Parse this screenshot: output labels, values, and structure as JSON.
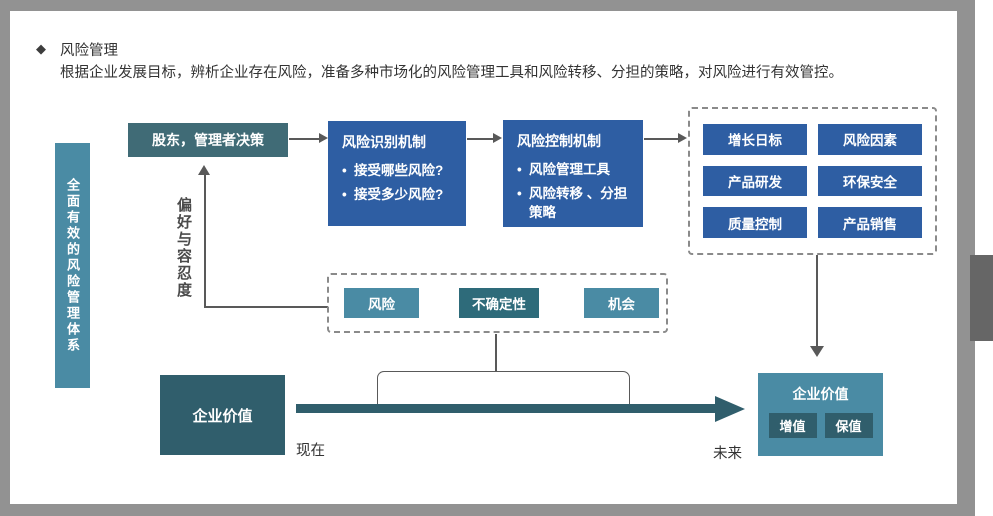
{
  "page": {
    "diamond_icon": "◆",
    "title": "风险管理",
    "description": "根据企业发展目标，辨析企业存在风险，准备多种市场化的风险管理工具和风险转移、分担的策略，对风险进行有效管控。"
  },
  "colors": {
    "blue": "#2E5EA3",
    "teal": "#4A8BA4",
    "dark_teal": "#305E6C",
    "slate_teal": "#406B76",
    "deep_teal": "#2E6B7A",
    "frame_gray": "#929292",
    "thumb_gray": "#666666",
    "connector_gray": "#595959"
  },
  "left_banner": {
    "label": "全面有效的风险管理体系"
  },
  "flow": {
    "decision_box": "股东，管理者决策",
    "identify_box": {
      "title": "风险识别机制",
      "bullets": [
        "接受哪些风险?",
        "接受多少风险?"
      ]
    },
    "control_box": {
      "title": "风险控制机制",
      "bullets": [
        "风险管理工具",
        "风险转移 、分担策略"
      ]
    }
  },
  "business_areas": {
    "items": [
      "增长日标",
      "风险因素",
      "产品研发",
      "环保安全",
      "质量控制",
      "产品销售"
    ]
  },
  "preference_axis": {
    "label": "偏好与容忍度"
  },
  "uncertainty_group": {
    "items": [
      {
        "label": "风险"
      },
      {
        "label": "不确定性"
      },
      {
        "label": "机会"
      }
    ]
  },
  "value_flow": {
    "present_box": "企业价值",
    "present_label": "现在",
    "future_label": "未来",
    "future_box": {
      "title": "企业价值",
      "chips": [
        "增值",
        "保值"
      ]
    }
  }
}
